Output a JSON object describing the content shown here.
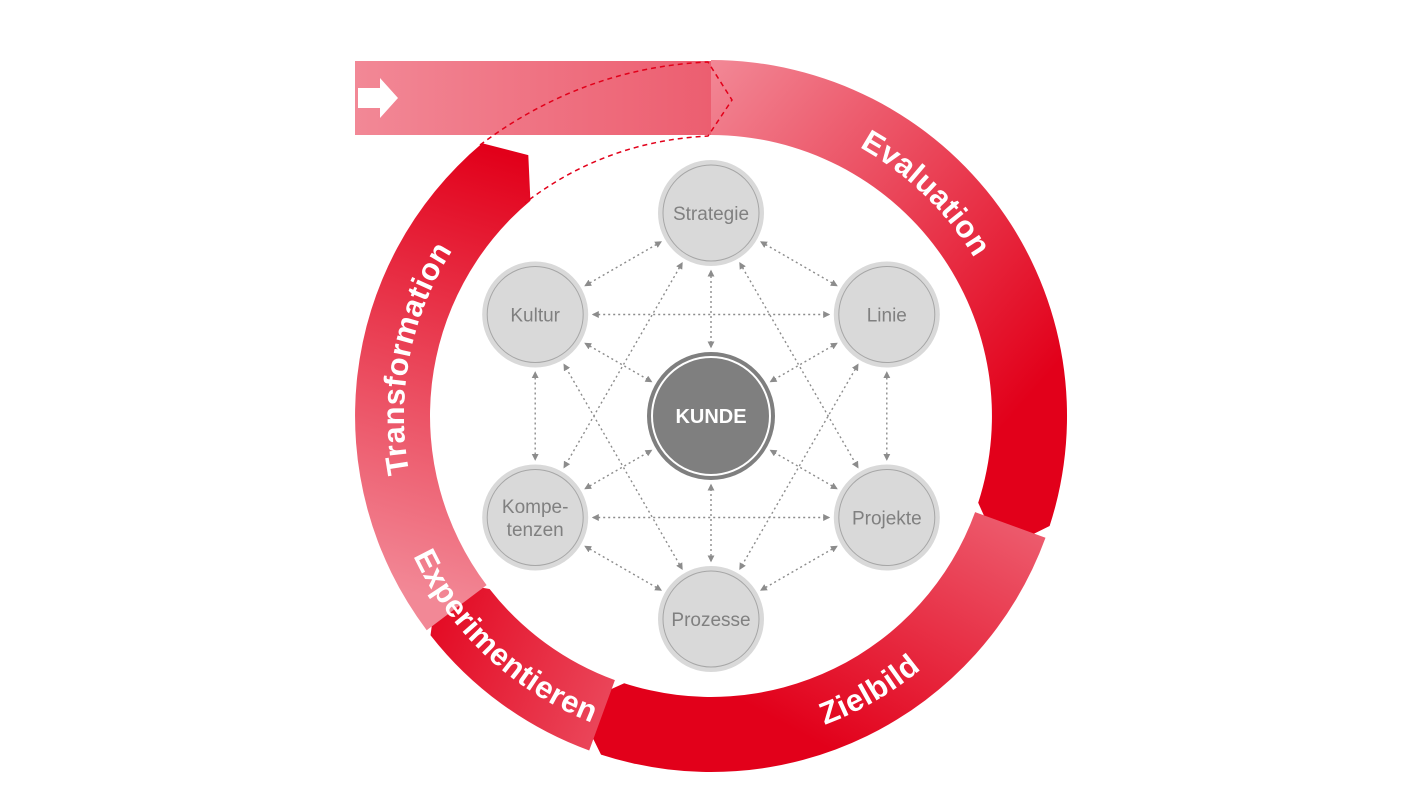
{
  "diagram": {
    "ring_segments": [
      {
        "id": "evaluation",
        "label": "Evaluation"
      },
      {
        "id": "zielbild",
        "label": "Zielbild"
      },
      {
        "id": "experimentieren",
        "label": "Experimentieren"
      },
      {
        "id": "transformation",
        "label": "Transformation"
      }
    ],
    "center": {
      "label": "KUNDE"
    },
    "nodes": [
      {
        "id": "strategie",
        "lines": [
          "Strategie"
        ]
      },
      {
        "id": "linie",
        "lines": [
          "Linie"
        ]
      },
      {
        "id": "projekte",
        "lines": [
          "Projekte"
        ]
      },
      {
        "id": "prozesse",
        "lines": [
          "Prozesse"
        ]
      },
      {
        "id": "kompetenzen",
        "lines": [
          "Kompe-",
          "tenzen"
        ]
      },
      {
        "id": "kultur",
        "lines": [
          "Kultur"
        ]
      }
    ],
    "colors": {
      "dark_red": "#e2001a",
      "light_red": "#f28896",
      "node_fill": "#d9d9d9",
      "node_stroke": "#c2c2c2",
      "center_fill": "#7f7f7f",
      "connector": "#8c8c8c",
      "dashed_path": "#e2001a"
    },
    "icons": {
      "entry_arrow": "arrow-right-icon"
    }
  }
}
